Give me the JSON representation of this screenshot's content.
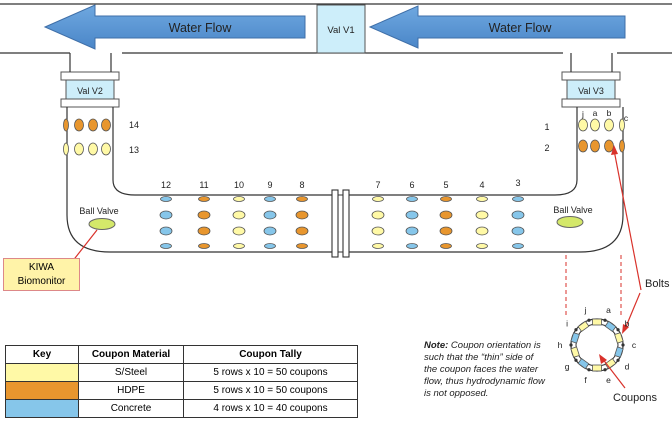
{
  "flow_left_label": "Water Flow",
  "flow_right_label": "Water Flow",
  "valves": {
    "v1": "Val V1",
    "v2": "Val V2",
    "v3": "Val V3"
  },
  "ball_valve_left": "Ball Valve",
  "ball_valve_right": "Ball Valve",
  "kiwa_line1": "KIWA",
  "kiwa_line2": "Biomonitor",
  "row_numbers": [
    "1",
    "2",
    "3",
    "4",
    "5",
    "6",
    "7",
    "8",
    "9",
    "10",
    "11",
    "12",
    "13",
    "14"
  ],
  "ring_letters": [
    "a",
    "b",
    "c",
    "d",
    "e",
    "f",
    "g",
    "h",
    "i",
    "j"
  ],
  "bolts_label": "Bolts",
  "coupons_label": "Coupons",
  "note_bold": "Note:",
  "note_text": " Coupon orientation is such that the “thin” side of the coupon faces the water flow, thus hydrodynamic flow is not opposed.",
  "key": {
    "headers": [
      "Key",
      "Coupon Material",
      "Coupon Tally"
    ],
    "rows": [
      {
        "color": "#fff9a6",
        "material": "S/Steel",
        "tally": "5 rows x 10 = 50 coupons"
      },
      {
        "color": "#e8962e",
        "material": "HDPE",
        "tally": "5 rows x 10 = 50 coupons"
      },
      {
        "color": "#86c6ea",
        "material": "Concrete",
        "tally": "4 rows x 10 = 40 coupons"
      }
    ]
  },
  "colors": {
    "steel": "#fff9a6",
    "hdpe": "#e8962e",
    "concrete": "#86c6ea",
    "arrow": "#5b9bd5",
    "valve_box": "#cdeefa",
    "red": "#d9322b"
  }
}
